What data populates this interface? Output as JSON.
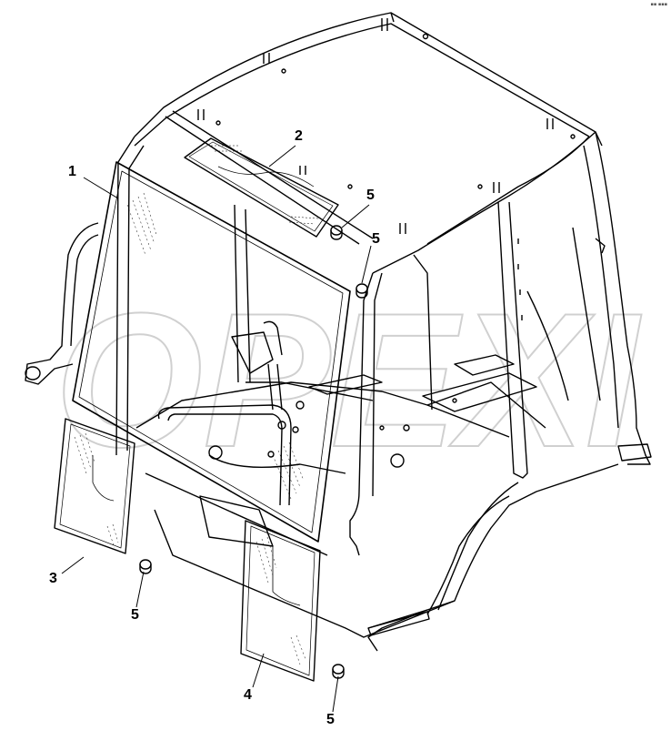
{
  "corner_mark": "▪▪ ▪▪▪",
  "watermark": "OPEXI",
  "callouts": {
    "front_windshield": "1",
    "roof_window": "2",
    "lower_left_panel": "3",
    "lower_right_panel": "4",
    "plug": "5"
  },
  "colors": {
    "line": "#000000",
    "glass_hatch": "#000000",
    "watermark": "#cfcfcf"
  }
}
